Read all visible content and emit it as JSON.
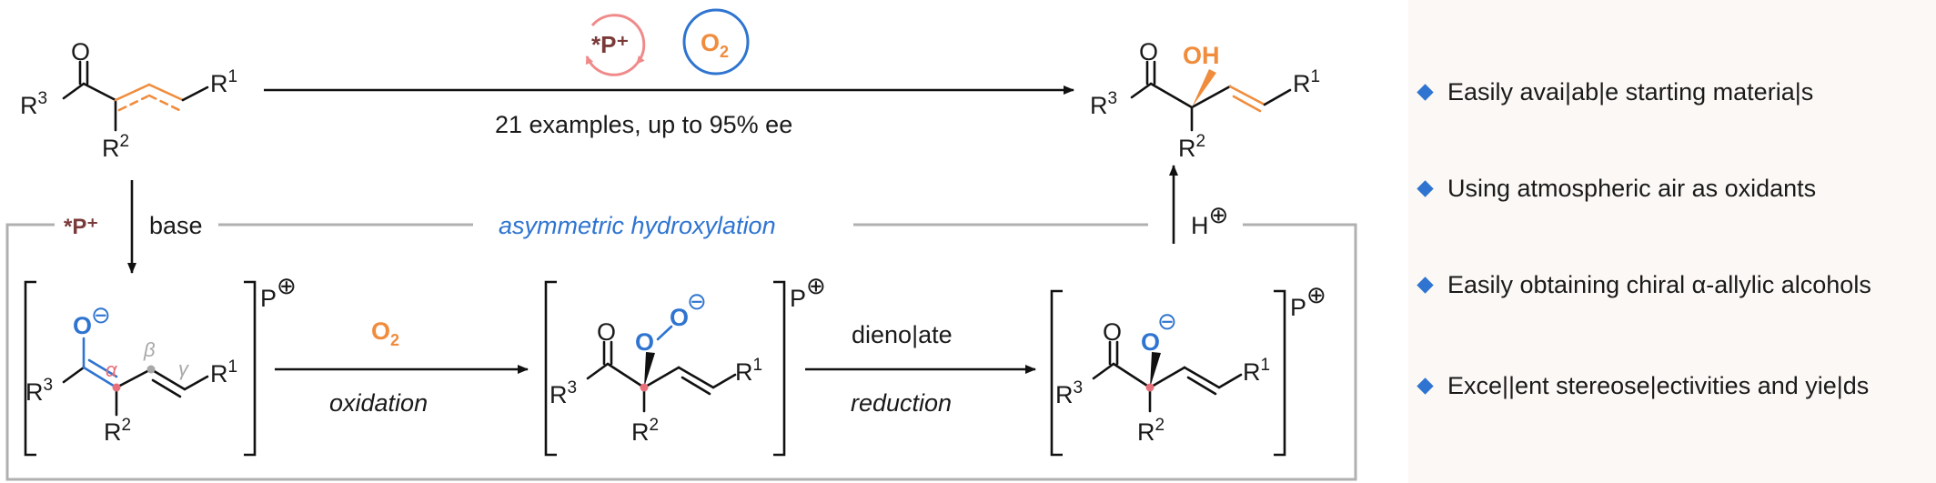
{
  "top": {
    "catalyst_label": "*P⁺",
    "oxidant": "O",
    "oxidant_sub": "2",
    "arrow_caption": "21 examples, up to 95% ee",
    "reactant": {
      "carbonyl_O": "O",
      "R3": "R",
      "R3_sup": "3",
      "R2": "R",
      "R2_sup": "2",
      "R1": "R",
      "R1_sup": "1"
    },
    "product": {
      "carbonyl_O": "O",
      "oh": "OH",
      "R3": "R",
      "R3_sup": "3",
      "R2": "R",
      "R2_sup": "2",
      "R1": "R",
      "R1_sup": "1"
    }
  },
  "cycle": {
    "title": "asymmetric hydroxylation",
    "entry_catalyst": "*P⁺",
    "entry_reagent": "base",
    "proton_label": "H",
    "proton_charge": "⊕",
    "step1_reagent": "O",
    "step1_reagent_sub": "2",
    "step1_label": "oxidation",
    "step2_reagent": "dieno|ate",
    "step2_label": "reduction",
    "counterion": "P",
    "counterion_charge": "⊕",
    "enolate": {
      "O_minus": "O",
      "charge": "⊖",
      "alpha": "α",
      "beta": "β",
      "gamma": "γ",
      "R3": "R",
      "R3_sup": "3",
      "R2": "R",
      "R2_sup": "2",
      "R1": "R",
      "R1_sup": "1"
    },
    "peroxide": {
      "carbonyl_O": "O",
      "O1": "O",
      "O2": "O",
      "charge": "⊖",
      "R3": "R",
      "R3_sup": "3",
      "R2": "R",
      "R2_sup": "2",
      "R1": "R",
      "R1_sup": "1"
    },
    "alkoxide": {
      "carbonyl_O": "O",
      "O_minus": "O",
      "charge": "⊖",
      "R3": "R",
      "R3_sup": "3",
      "R2": "R",
      "R2_sup": "2",
      "R1": "R",
      "R1_sup": "1"
    }
  },
  "highlights": [
    "Easily avai|ab|e starting materia|s",
    "Using atmospheric air as oxidants",
    "Easily obtaining chiral α-allylic alcohols",
    "Exce||ent stereose|ectivities and yie|ds"
  ],
  "colors": {
    "accent_blue": "#2e74d0",
    "accent_orange": "#f08c3c",
    "catalyst_red": "#7a3a3a",
    "catalyst_ring": "#f08a8a",
    "alpha_pink": "#e8707a",
    "greek_gray": "#a8a8a8",
    "frame_gray": "#b0b0b0"
  }
}
